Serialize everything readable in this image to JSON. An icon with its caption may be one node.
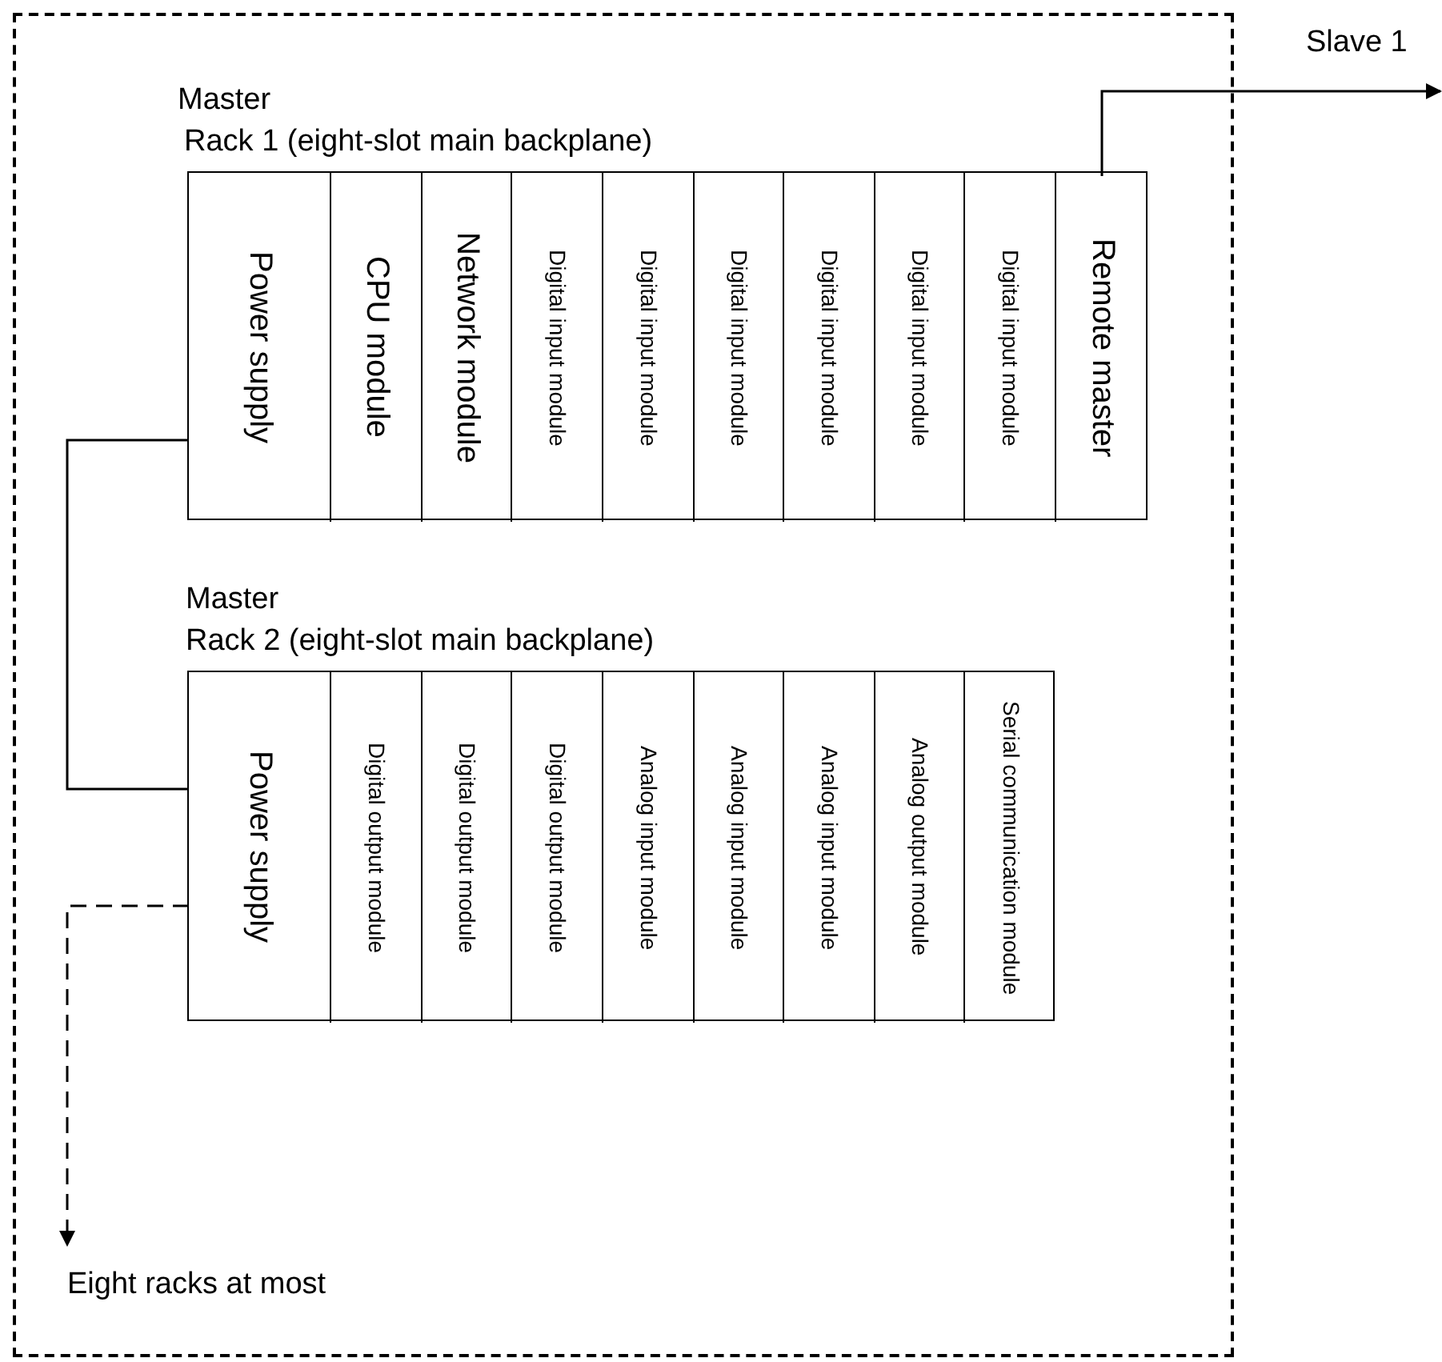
{
  "diagram": {
    "nodes": [
      {
        "text": [],
        "shape": "box"
      },
      {
        "text": [
          "Master",
          "Rack 1 (eight-slot main backplane)"
        ],
        "in": 0
      },
      {
        "text": [
          "Power supply"
        ],
        "in": 1
      },
      {
        "text": [
          "CPU module"
        ],
        "in": 1
      },
      {
        "text": [
          "Network module"
        ],
        "in": 1
      },
      {
        "text": [
          "Digital input module"
        ],
        "in": 1
      },
      {
        "text": [
          "Digital input module"
        ],
        "in": 1
      },
      {
        "text": [
          "Digital input module"
        ],
        "in": 1
      },
      {
        "text": [
          "Digital input module"
        ],
        "in": 1
      },
      {
        "text": [
          "Digital input module"
        ],
        "in": 1
      },
      {
        "text": [
          "Digital input module"
        ],
        "in": 1
      },
      {
        "text": [
          "Remote master"
        ],
        "in": 1
      },
      {
        "text": [
          "Master",
          "Rack 2 (eight-slot main backplane)"
        ],
        "in": 0
      },
      {
        "text": [
          "Power supply"
        ],
        "in": 12
      },
      {
        "text": [
          "Digital output module"
        ],
        "in": 12
      },
      {
        "text": [
          "Digital output module"
        ],
        "in": 12
      },
      {
        "text": [
          "Digital output module"
        ],
        "in": 12
      },
      {
        "text": [
          "Analog input module"
        ],
        "in": 12
      },
      {
        "text": [
          "Analog input module"
        ],
        "in": 12
      },
      {
        "text": [
          "Analog input module"
        ],
        "in": 12
      },
      {
        "text": [
          "Analog output module"
        ],
        "in": 12
      },
      {
        "text": [
          "Serial communication module"
        ],
        "in": 12
      },
      {
        "text": [
          "Slave 1"
        ]
      },
      {
        "text": [
          "Eight racks at most"
        ],
        "in": 0
      }
    ],
    "edges": [
      {
        "from": 11,
        "to": 22,
        "arrow": "to"
      },
      {
        "from": 2,
        "to": 13,
        "arrow": "none"
      },
      {
        "from": 13,
        "to": 23,
        "arrow": "to",
        "style": "dashed"
      }
    ]
  }
}
